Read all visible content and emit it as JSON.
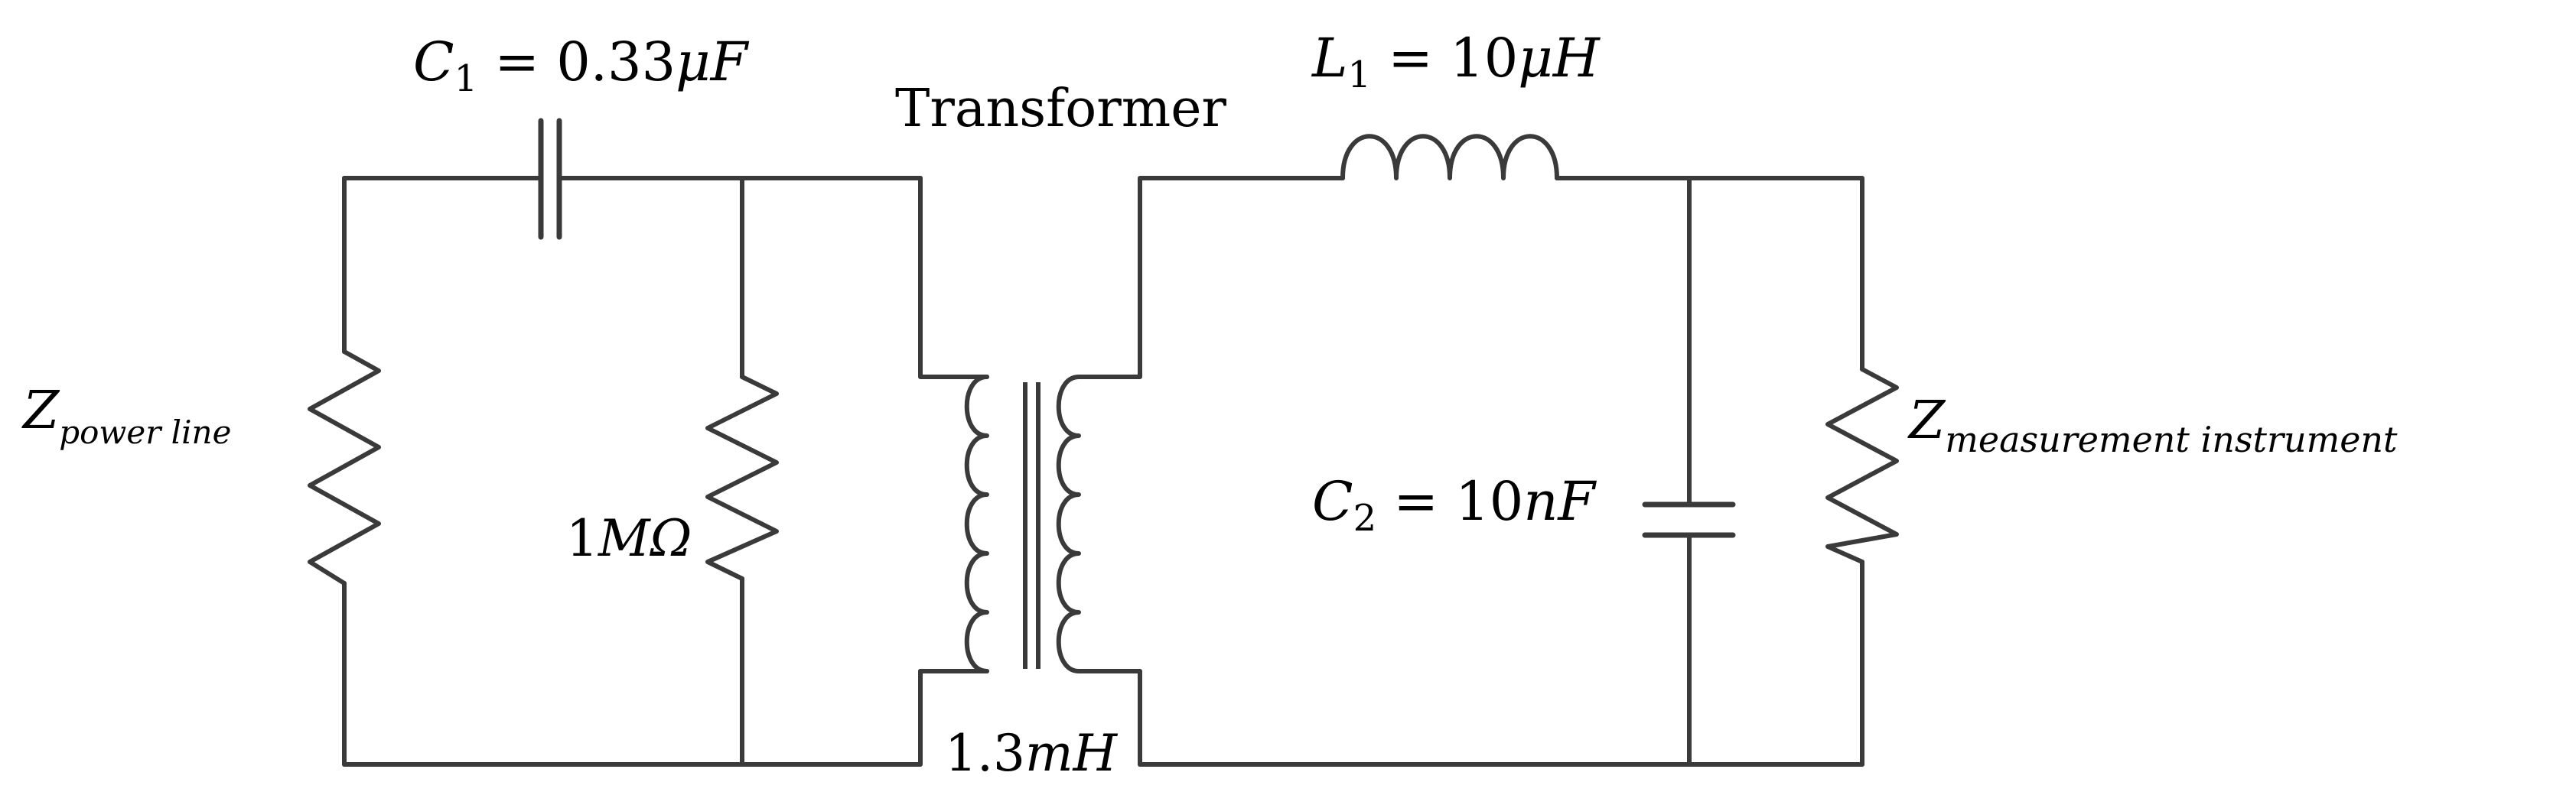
{
  "diagram": {
    "type": "circuit-schematic",
    "labels": {
      "c1": {
        "symbol": "C",
        "sub": "1",
        "eq": " = 0.33",
        "unit": "μF"
      },
      "transformer": {
        "text": "Transformer"
      },
      "l1": {
        "symbol": "L",
        "sub": "1",
        "eq": " = 10",
        "unit": "μH"
      },
      "z_power": {
        "symbol": "Z",
        "sub": "power line"
      },
      "r1": {
        "value": "1",
        "unit": "MΩ"
      },
      "c2": {
        "symbol": "C",
        "sub": "2",
        "eq": " = 10",
        "unit": "nF"
      },
      "z_meas": {
        "symbol": "Z",
        "sub": "measurement instrument"
      },
      "l_transformer": {
        "value": "1.3",
        "unit": "mH"
      }
    },
    "components": [
      {
        "id": "z_power",
        "kind": "resistor"
      },
      {
        "id": "c1",
        "kind": "capacitor"
      },
      {
        "id": "r1",
        "kind": "resistor"
      },
      {
        "id": "transformer",
        "kind": "transformer"
      },
      {
        "id": "l1",
        "kind": "inductor"
      },
      {
        "id": "c2",
        "kind": "capacitor"
      },
      {
        "id": "z_meas",
        "kind": "resistor"
      }
    ]
  }
}
